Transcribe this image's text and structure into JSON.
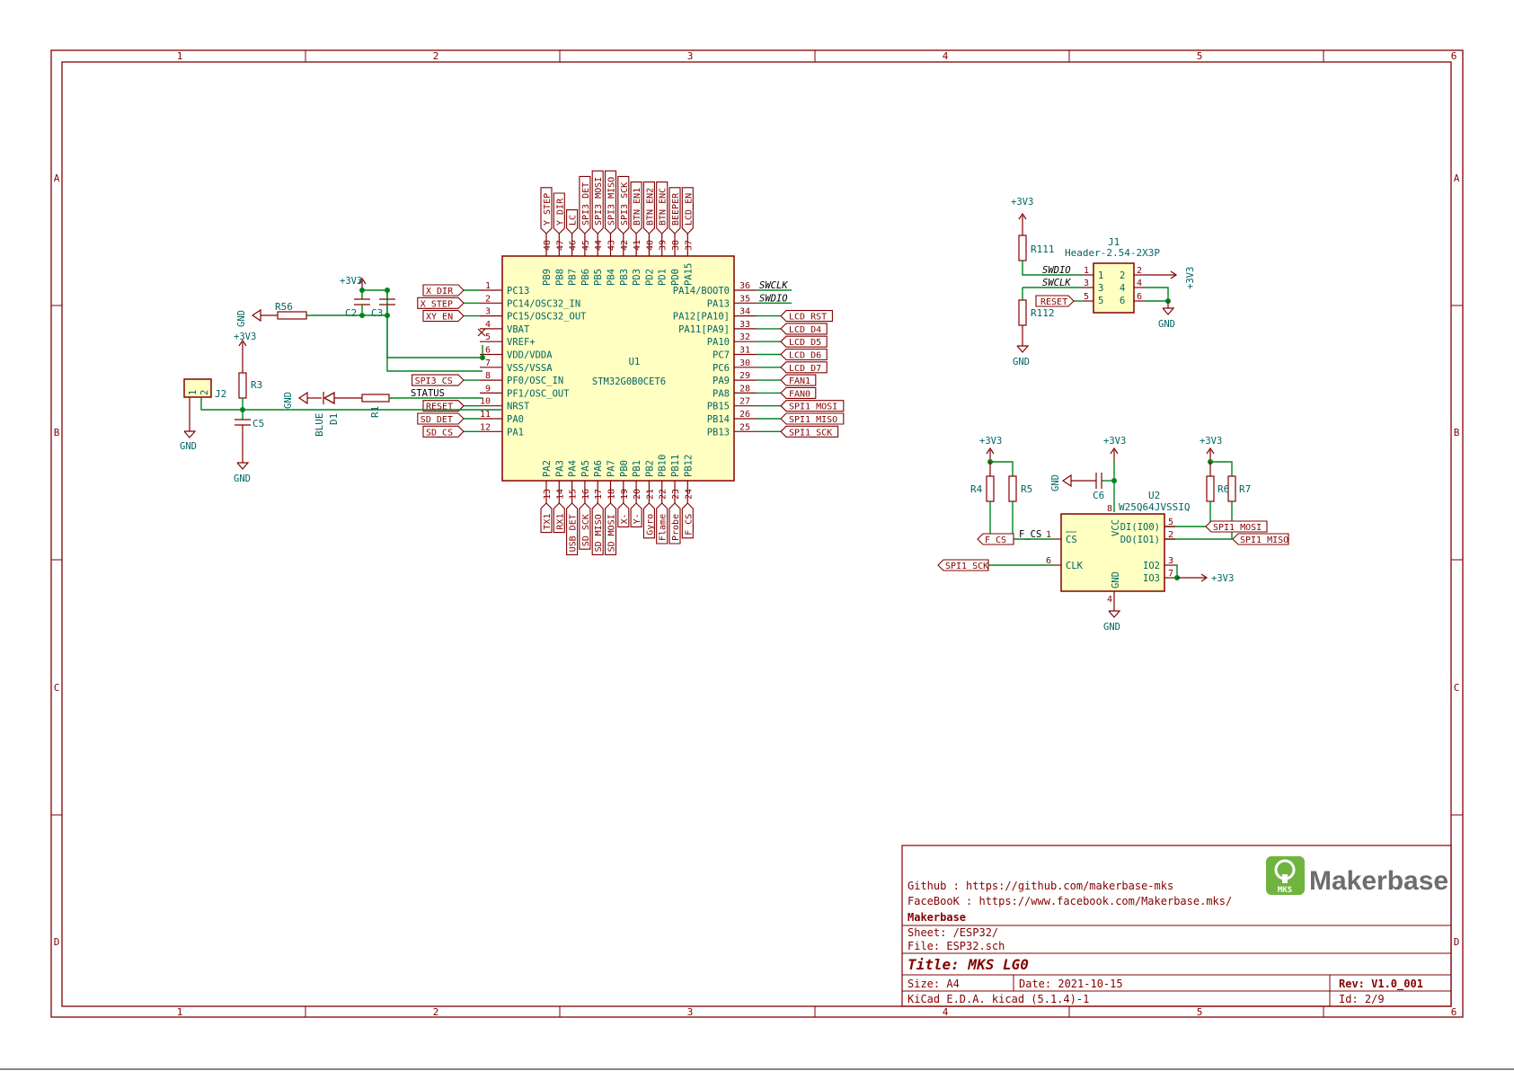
{
  "frame": {
    "columns": [
      "1",
      "2",
      "3",
      "4",
      "5",
      "6"
    ],
    "rows": [
      "A",
      "B",
      "C",
      "D"
    ]
  },
  "mcu": {
    "ref": "U1",
    "value": "STM32G0B0CET6",
    "left_pins": [
      {
        "num": "1",
        "name": "PC13",
        "net": "X_DIR"
      },
      {
        "num": "2",
        "name": "PC14/OSC32_IN",
        "net": "X_STEP"
      },
      {
        "num": "3",
        "name": "PC15/OSC32_OUT",
        "net": "XY_EN"
      },
      {
        "num": "4",
        "name": "VBAT",
        "net": ""
      },
      {
        "num": "5",
        "name": "VREF+",
        "net": ""
      },
      {
        "num": "6",
        "name": "VDD/VDDA",
        "net": ""
      },
      {
        "num": "7",
        "name": "VSS/VSSA",
        "net": ""
      },
      {
        "num": "8",
        "name": "PF0/OSC_IN",
        "net": "SPI3_CS"
      },
      {
        "num": "9",
        "name": "PF1/OSC_OUT",
        "net": ""
      },
      {
        "num": "10",
        "name": "NRST",
        "net": "RESET"
      },
      {
        "num": "11",
        "name": "PA0",
        "net": "SD_DET"
      },
      {
        "num": "12",
        "name": "PA1",
        "net": "SD_CS"
      }
    ],
    "right_pins": [
      {
        "num": "36",
        "name": "PA14/BOOT0",
        "net": "SWCLK"
      },
      {
        "num": "35",
        "name": "PA13",
        "net": "SWDIO"
      },
      {
        "num": "34",
        "name": "PA12[PA10]",
        "net": "LCD_RST"
      },
      {
        "num": "33",
        "name": "PA11[PA9]",
        "net": "LCD_D4"
      },
      {
        "num": "32",
        "name": "PA10",
        "net": "LCD_D5"
      },
      {
        "num": "31",
        "name": "PC7",
        "net": "LCD_D6"
      },
      {
        "num": "30",
        "name": "PC6",
        "net": "LCD_D7"
      },
      {
        "num": "29",
        "name": "PA9",
        "net": "FAN1"
      },
      {
        "num": "28",
        "name": "PA8",
        "net": "FAN0"
      },
      {
        "num": "27",
        "name": "PB15",
        "net": "SPI1_MOSI"
      },
      {
        "num": "26",
        "name": "PB14",
        "net": "SPI1_MISO"
      },
      {
        "num": "25",
        "name": "PB13",
        "net": "SPI1_SCK"
      }
    ],
    "top_pins": [
      {
        "num": "48",
        "name": "PB9",
        "net": "Y_STEP"
      },
      {
        "num": "47",
        "name": "PB8",
        "net": "Y_DIR"
      },
      {
        "num": "46",
        "name": "PB7",
        "net": "LC"
      },
      {
        "num": "45",
        "name": "PB6",
        "net": "SPI3_DET"
      },
      {
        "num": "44",
        "name": "PB5",
        "net": "SPI3_MOSI"
      },
      {
        "num": "43",
        "name": "PB4",
        "net": "SPI3_MISO"
      },
      {
        "num": "42",
        "name": "PB3",
        "net": "SPI3_SCK"
      },
      {
        "num": "41",
        "name": "PD3",
        "net": "BTN_EN1"
      },
      {
        "num": "40",
        "name": "PD2",
        "net": "BTN_EN2"
      },
      {
        "num": "39",
        "name": "PD1",
        "net": "BTN_ENC"
      },
      {
        "num": "38",
        "name": "PD0",
        "net": "BEEPER"
      },
      {
        "num": "37",
        "name": "PA15",
        "net": "LCD_EN"
      }
    ],
    "bottom_pins": [
      {
        "num": "13",
        "name": "PA2",
        "net": "TX1"
      },
      {
        "num": "14",
        "name": "PA3",
        "net": "RX1"
      },
      {
        "num": "15",
        "name": "PA4",
        "net": "USB_DET"
      },
      {
        "num": "16",
        "name": "PA5",
        "net": "SD_SCK"
      },
      {
        "num": "17",
        "name": "PA6",
        "net": "SD_MISO"
      },
      {
        "num": "18",
        "name": "PA7",
        "net": "SD_MOSI"
      },
      {
        "num": "19",
        "name": "PB0",
        "net": "X-"
      },
      {
        "num": "20",
        "name": "PB1",
        "net": "Y-"
      },
      {
        "num": "21",
        "name": "PB2",
        "net": "Gyro"
      },
      {
        "num": "22",
        "name": "PB10",
        "net": "Flame"
      },
      {
        "num": "23",
        "name": "PB11",
        "net": "Probe"
      },
      {
        "num": "24",
        "name": "PB12",
        "net": "F_CS"
      }
    ]
  },
  "labels": {
    "status": "STATUS",
    "plus3v3": "+3V3",
    "gnd": "GND",
    "blue": "BLUE",
    "f_cs_net": "F_CS"
  },
  "refs": {
    "r56": "R56",
    "r3": "R3",
    "r1": "R1",
    "c2": "C2",
    "c3": "C3",
    "c5": "C5",
    "d1": "D1",
    "j2": "J2",
    "r111": "R111",
    "r112": "R112",
    "r4": "R4",
    "r5": "R5",
    "r6": "R6",
    "r7": "R7",
    "c6": "C6"
  },
  "j2_pins": [
    "1",
    "2"
  ],
  "header": {
    "ref": "J1",
    "value": "Header-2.54-2X3P",
    "pins": [
      "1",
      "2",
      "3",
      "4",
      "5",
      "6"
    ],
    "left_nets": [
      "SWDIO",
      "SWCLK",
      "RESET"
    ]
  },
  "flash": {
    "ref": "U2",
    "value": "W25Q64JVSSIQ",
    "pins": {
      "cs": "CS",
      "clk": "CLK",
      "vcc": "VCC",
      "gnd": "GND",
      "di": "DI(IO0)",
      "do": "DO(IO1)",
      "io2": "IO2",
      "io3": "IO3"
    },
    "pin_nums": {
      "cs": "1",
      "clk": "6",
      "vcc": "8",
      "gnd": "4",
      "di": "5",
      "do": "2",
      "io2": "3",
      "io3": "7"
    },
    "nets": {
      "cs": "F_CS",
      "clk": "SPI1_SCK",
      "di": "SPI1_MOSI",
      "do": "SPI1_MISO"
    }
  },
  "title_block": {
    "github": "Github : https://github.com/makerbase-mks",
    "facebook": "FaceBooK : https://www.facebook.com/Makerbase.mks/",
    "company": "Makerbase",
    "sheet": "Sheet: /ESP32/",
    "file": "File: ESP32.sch",
    "title": "Title: MKS LG0",
    "size": "Size: A4",
    "date": "Date: 2021-10-15",
    "rev": "Rev: V1.0_001",
    "tool": "KiCad E.D.A.  kicad (5.1.4)-1",
    "id": "Id: 2/9",
    "logo_text": "Makerbase",
    "logo_badge": "MKS"
  },
  "colors": {
    "frame": "#840000",
    "wire": "#00841f",
    "component_fill": "#ffffc2",
    "pin_text": "#006464"
  }
}
